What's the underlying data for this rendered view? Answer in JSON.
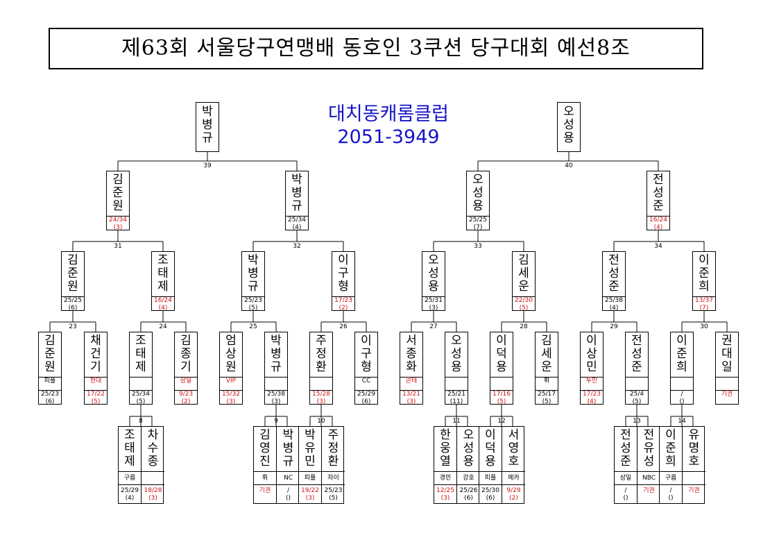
{
  "title": "제63회 서울당구연맹배 동호인 3쿠션 당구대회 예선8조",
  "club": {
    "name": "대치동캐롬클럽",
    "phone": "2051-3949"
  },
  "finalists": [
    {
      "id": "f1",
      "name": "박병규"
    },
    {
      "id": "f2",
      "name": "오성용"
    }
  ],
  "r3": [
    {
      "id": "a1",
      "name": "김준원",
      "score": "24/34",
      "sub": "(3)",
      "red": true
    },
    {
      "id": "a2",
      "name": "박병규",
      "score": "25/34",
      "sub": "(4)",
      "red": false
    },
    {
      "id": "a3",
      "name": "오성용",
      "score": "25/25",
      "sub": "(7)",
      "red": false
    },
    {
      "id": "a4",
      "name": "전성준",
      "score": "16/24",
      "sub": "(4)",
      "red": true
    }
  ],
  "r2": [
    {
      "id": "b1",
      "name": "김준원",
      "score": "25/25",
      "sub": "(6)",
      "red": false
    },
    {
      "id": "b2",
      "name": "조태제",
      "score": "16/24",
      "sub": "(4)",
      "red": true
    },
    {
      "id": "b3",
      "name": "박병규",
      "score": "25/23",
      "sub": "(5)",
      "red": false
    },
    {
      "id": "b4",
      "name": "이구형",
      "score": "17/23",
      "sub": "(2)",
      "red": true
    },
    {
      "id": "b5",
      "name": "오성용",
      "score": "25/31",
      "sub": "(3)",
      "red": false
    },
    {
      "id": "b6",
      "name": "김세운",
      "score": "22/30",
      "sub": "(5)",
      "red": true
    },
    {
      "id": "b7",
      "name": "전성준",
      "score": "25/38",
      "sub": "(4)",
      "red": false
    },
    {
      "id": "b8",
      "name": "이준희",
      "score": "13/37",
      "sub": "(7)",
      "red": true
    }
  ],
  "r1": [
    {
      "id": "c1",
      "name": "김준원",
      "club": "피플",
      "score": "25/23",
      "sub": "(6)",
      "red": false
    },
    {
      "id": "c2",
      "name": "채건기",
      "club": "현대",
      "score": "17/22",
      "sub": "(5)",
      "red": true
    },
    {
      "id": "c3",
      "name": "조태제",
      "club": "",
      "score": "25/34",
      "sub": "(5)",
      "red": false
    },
    {
      "id": "c4",
      "name": "김종기",
      "club": "삼일",
      "score": "9/23",
      "sub": "(2)",
      "red": true
    },
    {
      "id": "c5",
      "name": "엄상원",
      "club": "VIP",
      "score": "15/32",
      "sub": "(3)",
      "red": true
    },
    {
      "id": "c6",
      "name": "박병규",
      "club": "",
      "score": "25/38",
      "sub": "(3)",
      "red": false
    },
    {
      "id": "c7",
      "name": "주정환",
      "club": "",
      "score": "15/28",
      "sub": "(3)",
      "red": true
    },
    {
      "id": "c8",
      "name": "이구형",
      "club": "CC",
      "score": "25/29",
      "sub": "(6)",
      "red": false
    },
    {
      "id": "c9",
      "name": "서종화",
      "club": "콘테",
      "score": "13/21",
      "sub": "(3)",
      "red": true
    },
    {
      "id": "c10",
      "name": "오성용",
      "club": "",
      "score": "25/21",
      "sub": "(11)",
      "red": false
    },
    {
      "id": "c11",
      "name": "이덕용",
      "club": "",
      "score": "17/16",
      "sub": "(5)",
      "red": true
    },
    {
      "id": "c12",
      "name": "김세운",
      "club": "휘",
      "score": "25/17",
      "sub": "(5)",
      "red": false
    },
    {
      "id": "c13",
      "name": "이상민",
      "club": "투민",
      "score": "17/23",
      "sub": "(4)",
      "red": true
    },
    {
      "id": "c14",
      "name": "전성준",
      "club": "",
      "score": "25/4",
      "sub": "(5)",
      "red": false
    },
    {
      "id": "c15",
      "name": "이준희",
      "club": "",
      "score": "/",
      "sub": "()",
      "red": false
    },
    {
      "id": "c16",
      "name": "권대일",
      "club": "",
      "score": "기권",
      "sub": "",
      "red": true
    }
  ],
  "prelim": [
    {
      "id": "p8",
      "no": "8",
      "left": {
        "name": "조태제",
        "club": "구름",
        "score": "25/29",
        "sub": "(4)",
        "red": false
      },
      "right": {
        "name": "차수종",
        "club": "",
        "score": "18/28",
        "sub": "(3)",
        "red": true
      }
    },
    {
      "id": "p9",
      "no": "9",
      "left": {
        "name": "김영진",
        "club": "휘",
        "score": "기권",
        "sub": "",
        "red": true
      },
      "right": {
        "name": "박병규",
        "club": "NC",
        "score": "/",
        "sub": "()",
        "red": false
      }
    },
    {
      "id": "p10",
      "no": "10",
      "left": {
        "name": "박유민",
        "club": "피플",
        "score": "19/22",
        "sub": "(3)",
        "red": true
      },
      "right": {
        "name": "주정환",
        "club": "자이",
        "score": "25/23",
        "sub": "(5)",
        "red": false
      }
    },
    {
      "id": "p11",
      "no": "11",
      "left": {
        "name": "한웅열",
        "club": "경민",
        "score": "12/25",
        "sub": "(3)",
        "red": true
      },
      "right": {
        "name": "오성용",
        "club": "강호",
        "score": "25/26",
        "sub": "(6)",
        "red": false
      }
    },
    {
      "id": "p12",
      "no": "12",
      "left": {
        "name": "이덕용",
        "club": "피플",
        "score": "25/30",
        "sub": "(6)",
        "red": false
      },
      "right": {
        "name": "서영호",
        "club": "메카",
        "score": "9/29",
        "sub": "(2)",
        "red": true
      }
    },
    {
      "id": "p13",
      "no": "13",
      "left": {
        "name": "전성준",
        "club": "삼일",
        "score": "/",
        "sub": "()",
        "red": false
      },
      "right": {
        "name": "전유성",
        "club": "NBC",
        "score": "기권",
        "sub": "",
        "red": true
      }
    },
    {
      "id": "p14",
      "no": "14",
      "left": {
        "name": "이준희",
        "club": "구름",
        "score": "/",
        "sub": "()",
        "red": false
      },
      "right": {
        "name": "유명호",
        "club": "",
        "score": "기권",
        "sub": "",
        "red": true
      }
    }
  ],
  "match_numbers": {
    "m23": "23",
    "m24": "24",
    "m25": "25",
    "m26": "26",
    "m27": "27",
    "m28": "28",
    "m29": "29",
    "m30": "30",
    "m31": "31",
    "m32": "32",
    "m33": "33",
    "m34": "34",
    "m39": "39",
    "m40": "40"
  },
  "colors": {
    "club_text": "#1414c8",
    "loss_text": "#d01010",
    "line": "#000000"
  }
}
